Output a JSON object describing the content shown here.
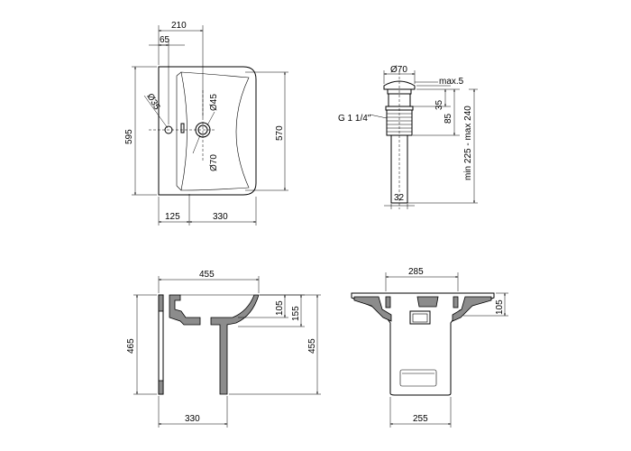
{
  "top_view": {
    "width_total": "595",
    "width_inner": "570",
    "offset_210": "210",
    "offset_65": "65",
    "hole_35": "Ø35",
    "hole_45": "Ø45",
    "drain_70": "Ø70",
    "depth_125": "125",
    "depth_330": "330"
  },
  "drain_view": {
    "diameter": "Ø70",
    "max_5": "max.5",
    "thread": "G 1 1/4\"",
    "h35": "35",
    "h85": "85",
    "range": "min 225 - max 240",
    "pipe_32": "32"
  },
  "side_view": {
    "top_455": "455",
    "h105": "105",
    "h155": "155",
    "h465": "465",
    "h455": "455",
    "bottom_330": "330"
  },
  "front_view": {
    "top_285": "285",
    "h105": "105",
    "bottom_255": "255"
  }
}
